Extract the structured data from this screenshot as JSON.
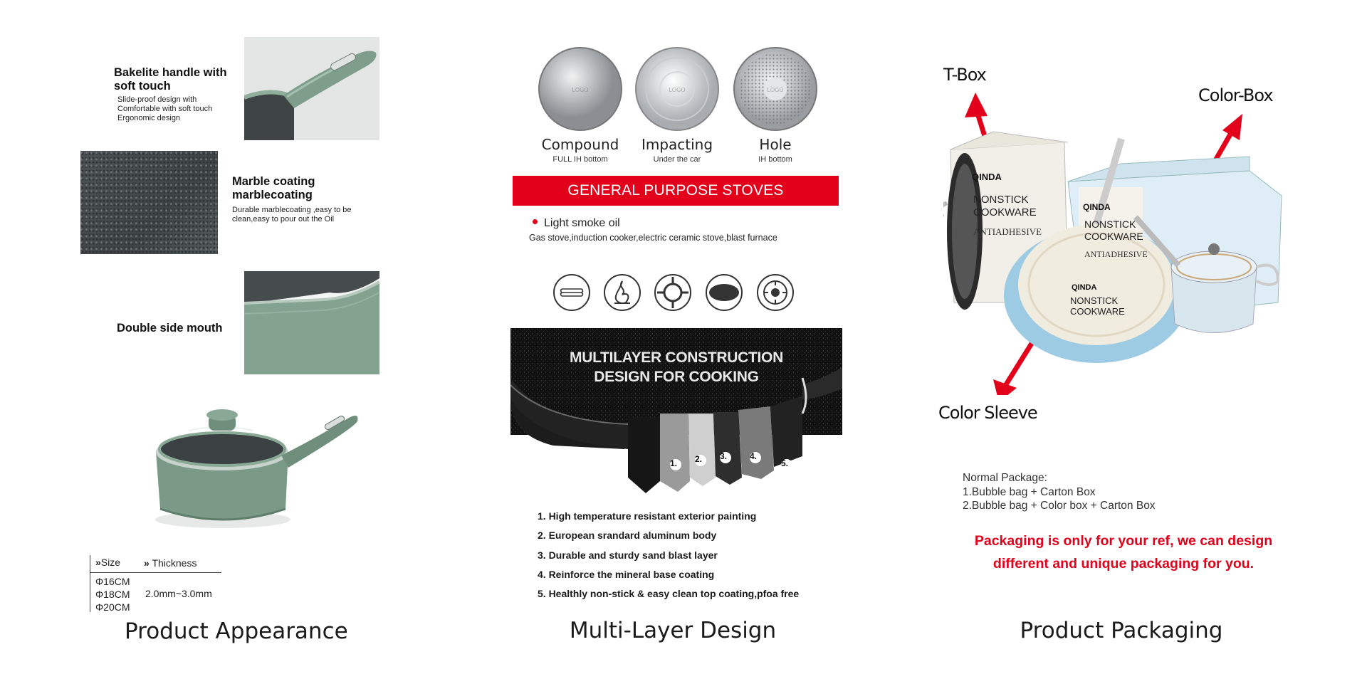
{
  "appearance": {
    "features": [
      {
        "title_line1": "Bakelite handle with",
        "title_line2": "soft touch",
        "desc": [
          "Slide-proof design with",
          "Comfortable with soft touch",
          "Ergonomic design"
        ]
      },
      {
        "title_line1": "Marble coating",
        "title_line2": "marblecoating",
        "desc": [
          "Durable marblecoating ,easy to be",
          "clean,easy to pour out the Oil"
        ]
      },
      {
        "title_line1": "Double side mouth"
      }
    ],
    "spec": {
      "size_header": "Size",
      "thickness_header": "Thickness",
      "sizes": [
        "Φ16CM",
        "Φ18CM",
        "Φ20CM"
      ],
      "thickness": "2.0mm~3.0mm"
    },
    "caption": "Product Appearance"
  },
  "multilayer": {
    "bottoms": [
      {
        "label": "Compound",
        "sub": "FULL IH bottom",
        "logo": "LOGO"
      },
      {
        "label": "Impacting",
        "sub": "Under the car",
        "logo": "LOGO"
      },
      {
        "label": "Hole",
        "sub": "IH bottom",
        "logo": "LOGO"
      }
    ],
    "banner": "GENERAL PURPOSE STOVES",
    "smoke": "Light smoke oil",
    "stoves": "Gas stove,induction cooker,electric ceramic stove,blast furnace",
    "stove_icons": [
      "induction-coil-icon",
      "gas-flame-icon",
      "gas-burner-icon",
      "ceramic-plate-icon",
      "halogen-hob-icon"
    ],
    "construction_title_line1": "MULTILAYER CONSTRUCTION",
    "construction_title_line2": "DESIGN FOR COOKING",
    "layer_markers": [
      "1.",
      "2.",
      "3.",
      "4.",
      "5."
    ],
    "layers": [
      "1. High temperature resistant exterior painting",
      "2. European srandard aluminum body",
      "3. Durable and sturdy sand blast layer",
      "4. Reinforce the mineral base coating",
      "5. Healthly non-stick & easy clean top coating,pfoa free"
    ],
    "caption": "Multi-Layer Design"
  },
  "packaging": {
    "tbox": "T-Box",
    "colorbox": "Color-Box",
    "sleeve": "Color Sleeve",
    "brand": "QINDA",
    "box_line1": "NONSTICK",
    "box_line2": "COOKWARE",
    "box_line3": "ANTIADHESIVE",
    "sleeve_line": "NONSTICK",
    "sleeve_line2": "COOKWARE",
    "normal_title": "Normal Package",
    "normal_colon": ":",
    "normal_1": "1.Bubble bag + Carton Box",
    "normal_2": "2.Bubble bag + Color box + Carton Box",
    "red_line1": "Packaging is only for your ref, we can design",
    "red_line2": "different and unique packaging for you.",
    "caption": "Product Packaging"
  },
  "colors": {
    "accent_red": "#e2001a",
    "pot_green": "#7e9d8a",
    "marble_dark": "#454b4c"
  }
}
